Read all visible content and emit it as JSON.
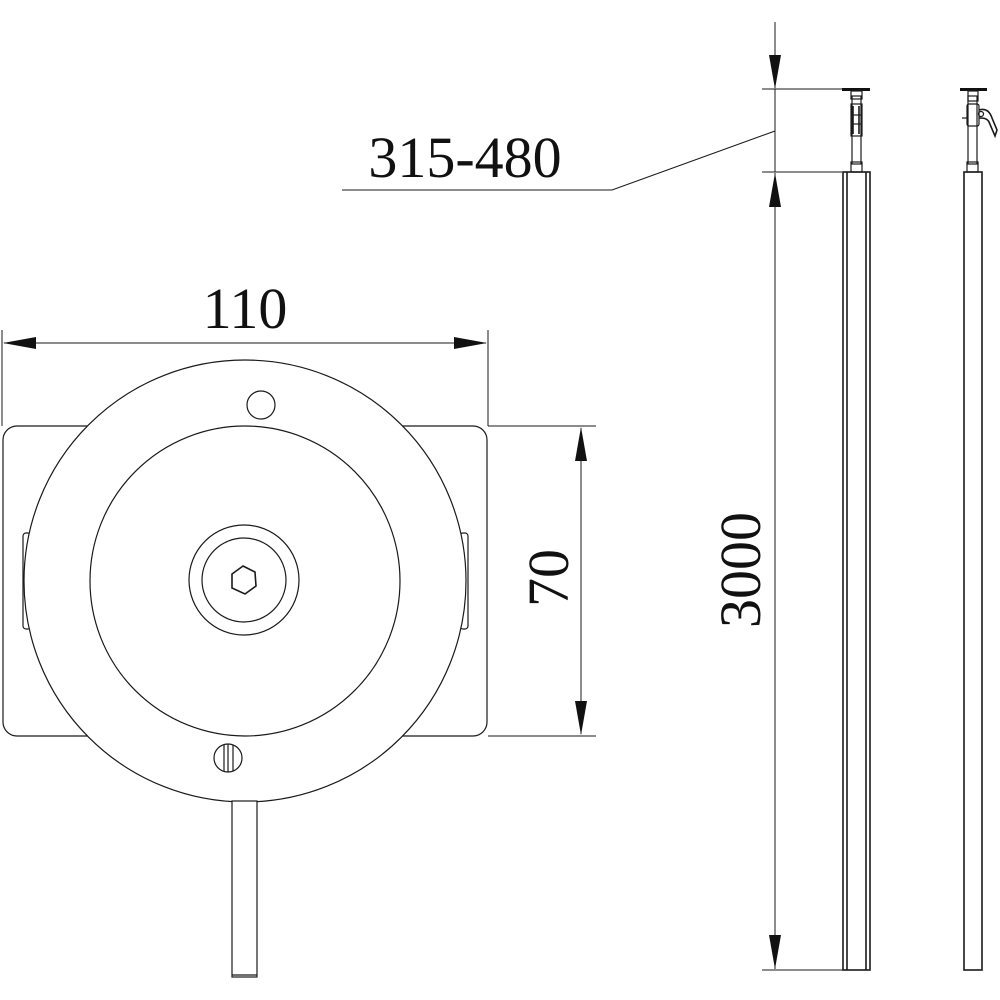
{
  "drawing": {
    "type": "technical dimension drawing",
    "views": {
      "top_view": {
        "name": "Base plate with rotating disc (top view)",
        "dimensions": {
          "width_label": "110",
          "height_label": "70"
        }
      },
      "front_view": {
        "name": "Telescopic pole with ceiling mount (front view)",
        "dimensions": {
          "adjustable_range_label": "315-480",
          "length_label": "3000"
        }
      },
      "side_view": {
        "name": "Telescopic pole with quick-release lever (side view)"
      }
    },
    "colors": {
      "line": "#1a1a1a",
      "background": "#ffffff"
    }
  }
}
